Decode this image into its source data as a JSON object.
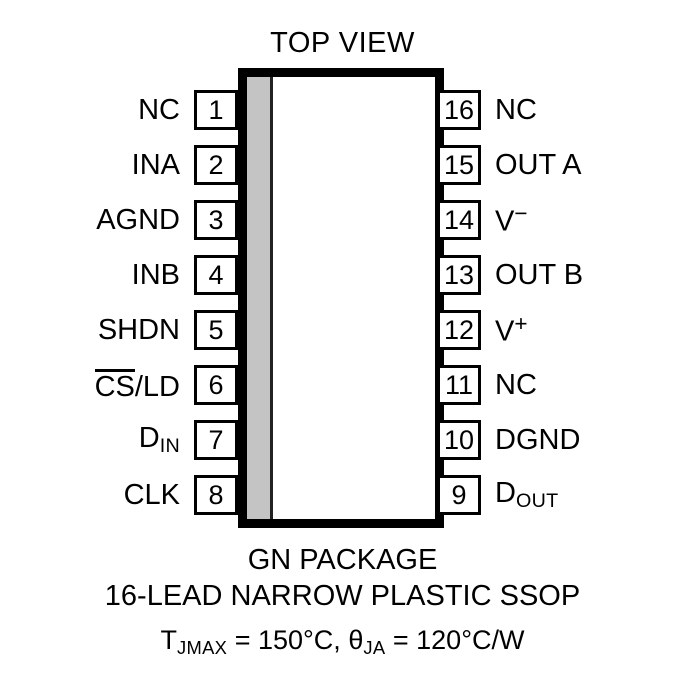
{
  "diagram": {
    "title": "TOP VIEW",
    "package_body": {
      "stripe_color": "#c4c4c4",
      "outline_color": "#000000",
      "fill_color": "#ffffff"
    },
    "left_pins": [
      {
        "number": "1",
        "label": "NC",
        "style": "plain"
      },
      {
        "number": "2",
        "label": "INA",
        "style": "plain"
      },
      {
        "number": "3",
        "label": "AGND",
        "style": "plain"
      },
      {
        "number": "4",
        "label": "INB",
        "style": "plain"
      },
      {
        "number": "5",
        "label": "SHDN",
        "style": "plain"
      },
      {
        "number": "6",
        "label": "CS/LD",
        "style": "overbar",
        "overbar_text": "CS",
        "rest_text": "/LD"
      },
      {
        "number": "7",
        "label": "DIN",
        "style": "subscript",
        "base_text": "D",
        "sub_text": "IN"
      },
      {
        "number": "8",
        "label": "CLK",
        "style": "plain"
      }
    ],
    "right_pins": [
      {
        "number": "16",
        "label": "NC",
        "style": "plain"
      },
      {
        "number": "15",
        "label": "OUT A",
        "style": "plain"
      },
      {
        "number": "14",
        "label": "V-",
        "style": "superscript",
        "base_text": "V",
        "sup_text": "−"
      },
      {
        "number": "13",
        "label": "OUT B",
        "style": "plain"
      },
      {
        "number": "12",
        "label": "V+",
        "style": "superscript",
        "base_text": "V",
        "sup_text": "+"
      },
      {
        "number": "11",
        "label": "NC",
        "style": "plain"
      },
      {
        "number": "10",
        "label": "DGND",
        "style": "plain"
      },
      {
        "number": "9",
        "label": "DOUT",
        "style": "subscript",
        "base_text": "D",
        "sub_text": "OUT"
      }
    ],
    "captions": {
      "package_name": "GN PACKAGE",
      "package_description": "16-LEAD NARROW PLASTIC SSOP",
      "thermal": {
        "tjmax_symbol": "T",
        "tjmax_sub": "JMAX",
        "tjmax_value": " = 150°C, ",
        "theta_symbol": "θ",
        "theta_sub": "JA",
        "theta_value": " = 120°C/W"
      }
    }
  }
}
